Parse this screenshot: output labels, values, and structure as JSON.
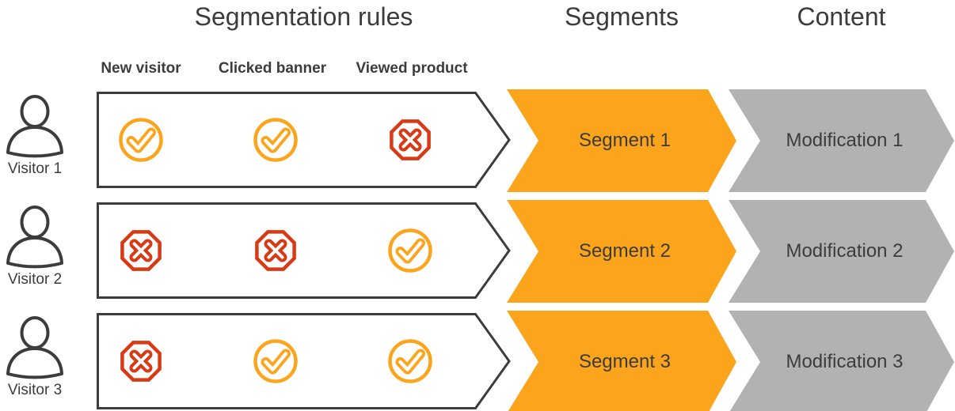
{
  "headers": {
    "segmentation_rules": "Segmentation rules",
    "segments": "Segments",
    "content": "Content"
  },
  "rule_columns": [
    "New visitor",
    "Clicked banner",
    "Viewed product"
  ],
  "rows": [
    {
      "visitor": "Visitor 1",
      "rules": [
        "check",
        "check",
        "cross"
      ],
      "segment": "Segment 1",
      "modification": "Modification 1"
    },
    {
      "visitor": "Visitor 2",
      "rules": [
        "cross",
        "cross",
        "check"
      ],
      "segment": "Segment 2",
      "modification": "Modification 2"
    },
    {
      "visitor": "Visitor 3",
      "rules": [
        "cross",
        "check",
        "check"
      ],
      "segment": "Segment 3",
      "modification": "Modification 3"
    }
  ],
  "icons": {
    "pass": "check-icon",
    "fail": "cross-icon",
    "visitor": "person-icon"
  },
  "colors": {
    "orange": "#fba41c",
    "red": "#d83a15",
    "gray": "#b2b2b2",
    "dark": "#3c3c3c"
  }
}
